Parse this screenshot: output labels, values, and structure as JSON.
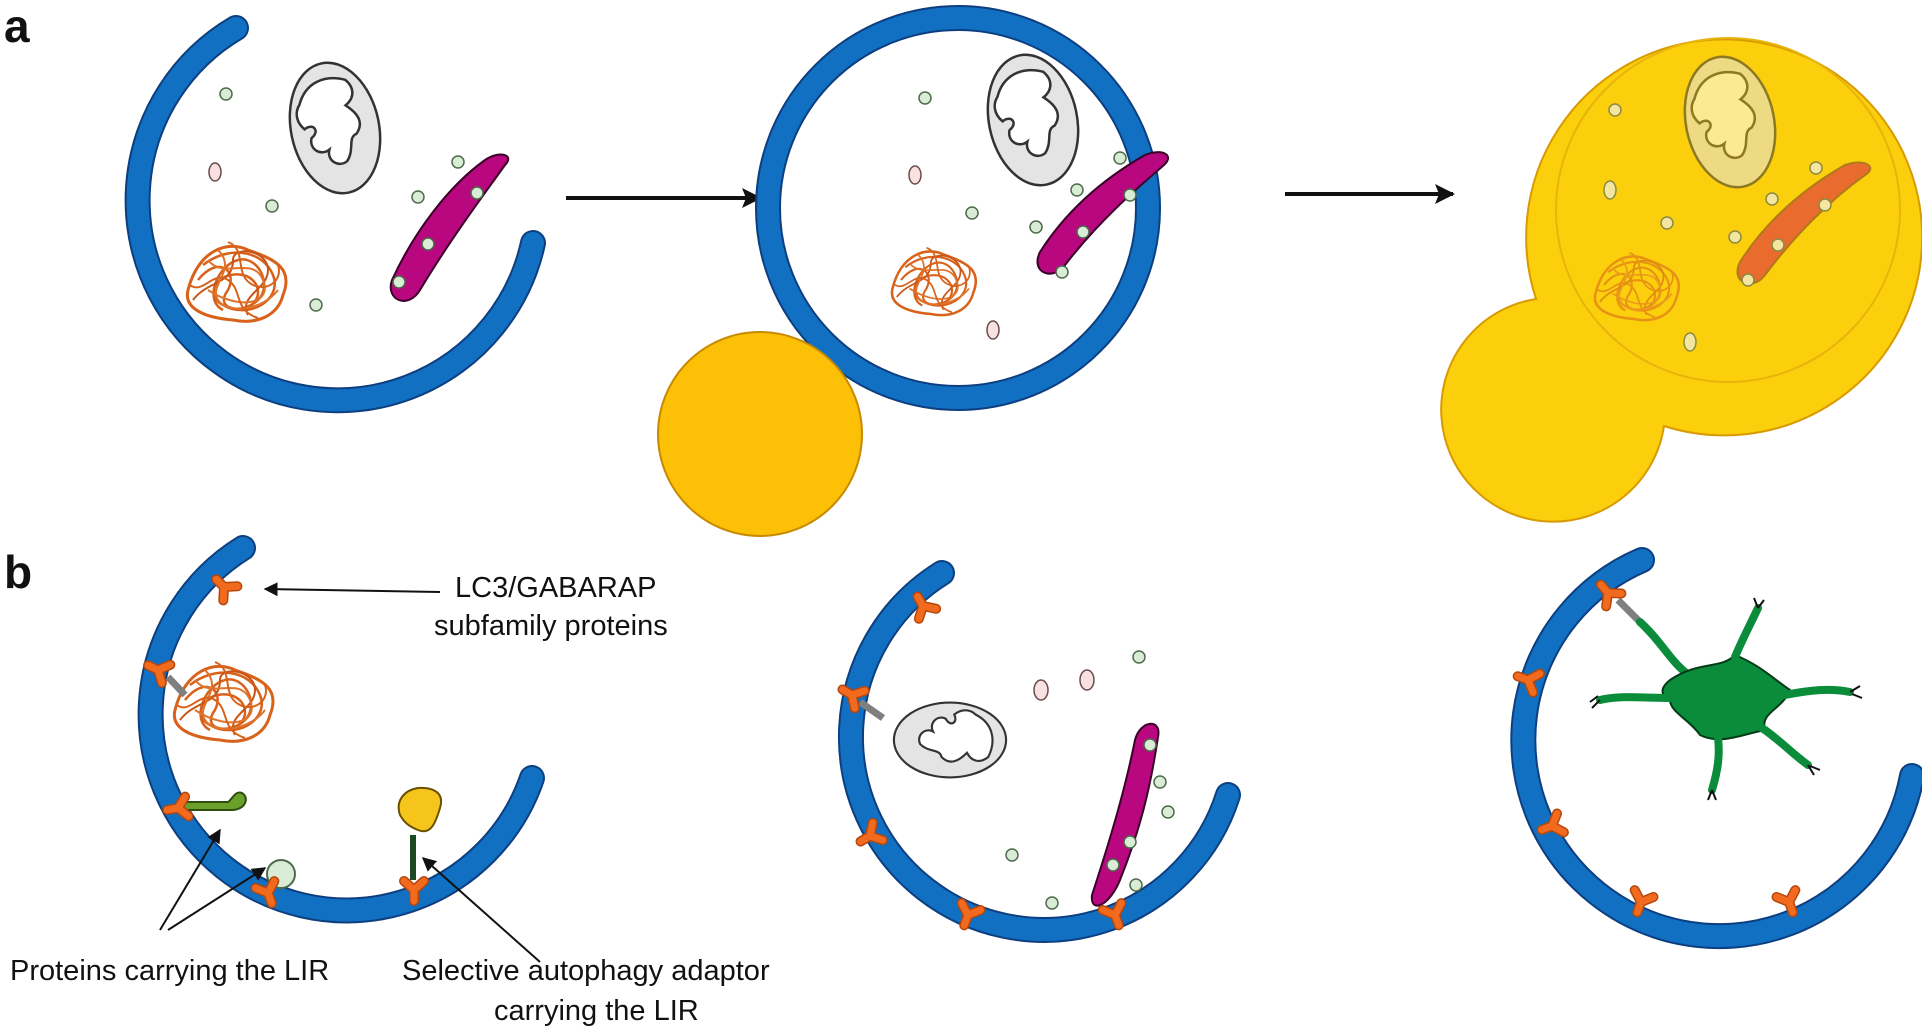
{
  "panel_a": {
    "label": "a"
  },
  "panel_b": {
    "label": "b",
    "annotations": {
      "lc3_line1": "LC3/GABARAP",
      "lc3_line2": "subfamily proteins",
      "lir_proteins": "Proteins carrying the LIR",
      "adaptor_line1": "Selective autophagy adaptor",
      "adaptor_line2": "carrying the LIR"
    }
  },
  "colors": {
    "membrane": "#1170c2",
    "membrane_edge": "#0d3f80",
    "lysosome": "#fcc107",
    "autolysosome": "#fccf0d",
    "lc3": "#f26a1e",
    "mitochondrion_fill": "#e4e4e4",
    "er_tubule": "#b8077f",
    "protein_aggregate": "#d9621b",
    "small_vesicle": "#d8ecd6",
    "pink_vesicle": "#f9e1e1",
    "pathogen": "#0b8c3b",
    "lir_protein": "#6ba02b",
    "adaptor": "#f6c51c",
    "linker": "#7f7f7f"
  }
}
